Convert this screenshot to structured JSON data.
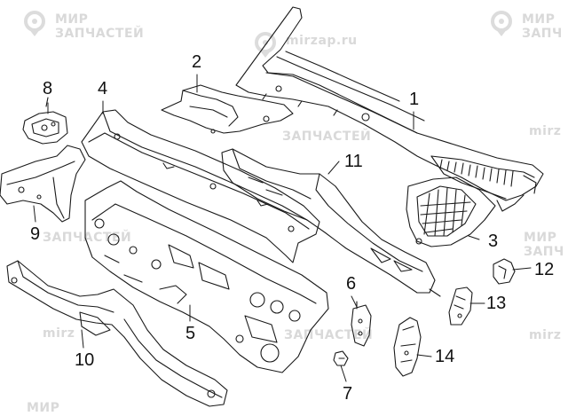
{
  "watermarks": [
    {
      "line1": "МИР",
      "line2": "ЗАПЧАСТЕЙ"
    },
    {
      "line1": "mirzap.ru",
      "line2": ""
    },
    {
      "line1": "МИР",
      "line2": "ЗАПЧ"
    },
    {
      "line1": "ЗАПЧАСТЕЙ",
      "line2": ""
    },
    {
      "line1": "mirz",
      "line2": ""
    },
    {
      "line1": "ЗАПЧАСТЕЙ",
      "line2": ""
    },
    {
      "line1": "МИР",
      "line2": "ЗАПЧ"
    },
    {
      "line1": "mirz",
      "line2": ""
    },
    {
      "line1": "ЗАПЧАСТЕЙ",
      "line2": ""
    },
    {
      "line1": "mirz",
      "line2": ""
    },
    {
      "line1": "МИР",
      "line2": ""
    }
  ],
  "callouts": [
    {
      "number": "1"
    },
    {
      "number": "2"
    },
    {
      "number": "3"
    },
    {
      "number": "4"
    },
    {
      "number": "5"
    },
    {
      "number": "6"
    },
    {
      "number": "7"
    },
    {
      "number": "8"
    },
    {
      "number": "9"
    },
    {
      "number": "10"
    },
    {
      "number": "11"
    },
    {
      "number": "12"
    },
    {
      "number": "13"
    },
    {
      "number": "14"
    }
  ],
  "colors": {
    "line": "#1a1a1a",
    "watermark": "#d9d9d9",
    "background": "#ffffff"
  }
}
